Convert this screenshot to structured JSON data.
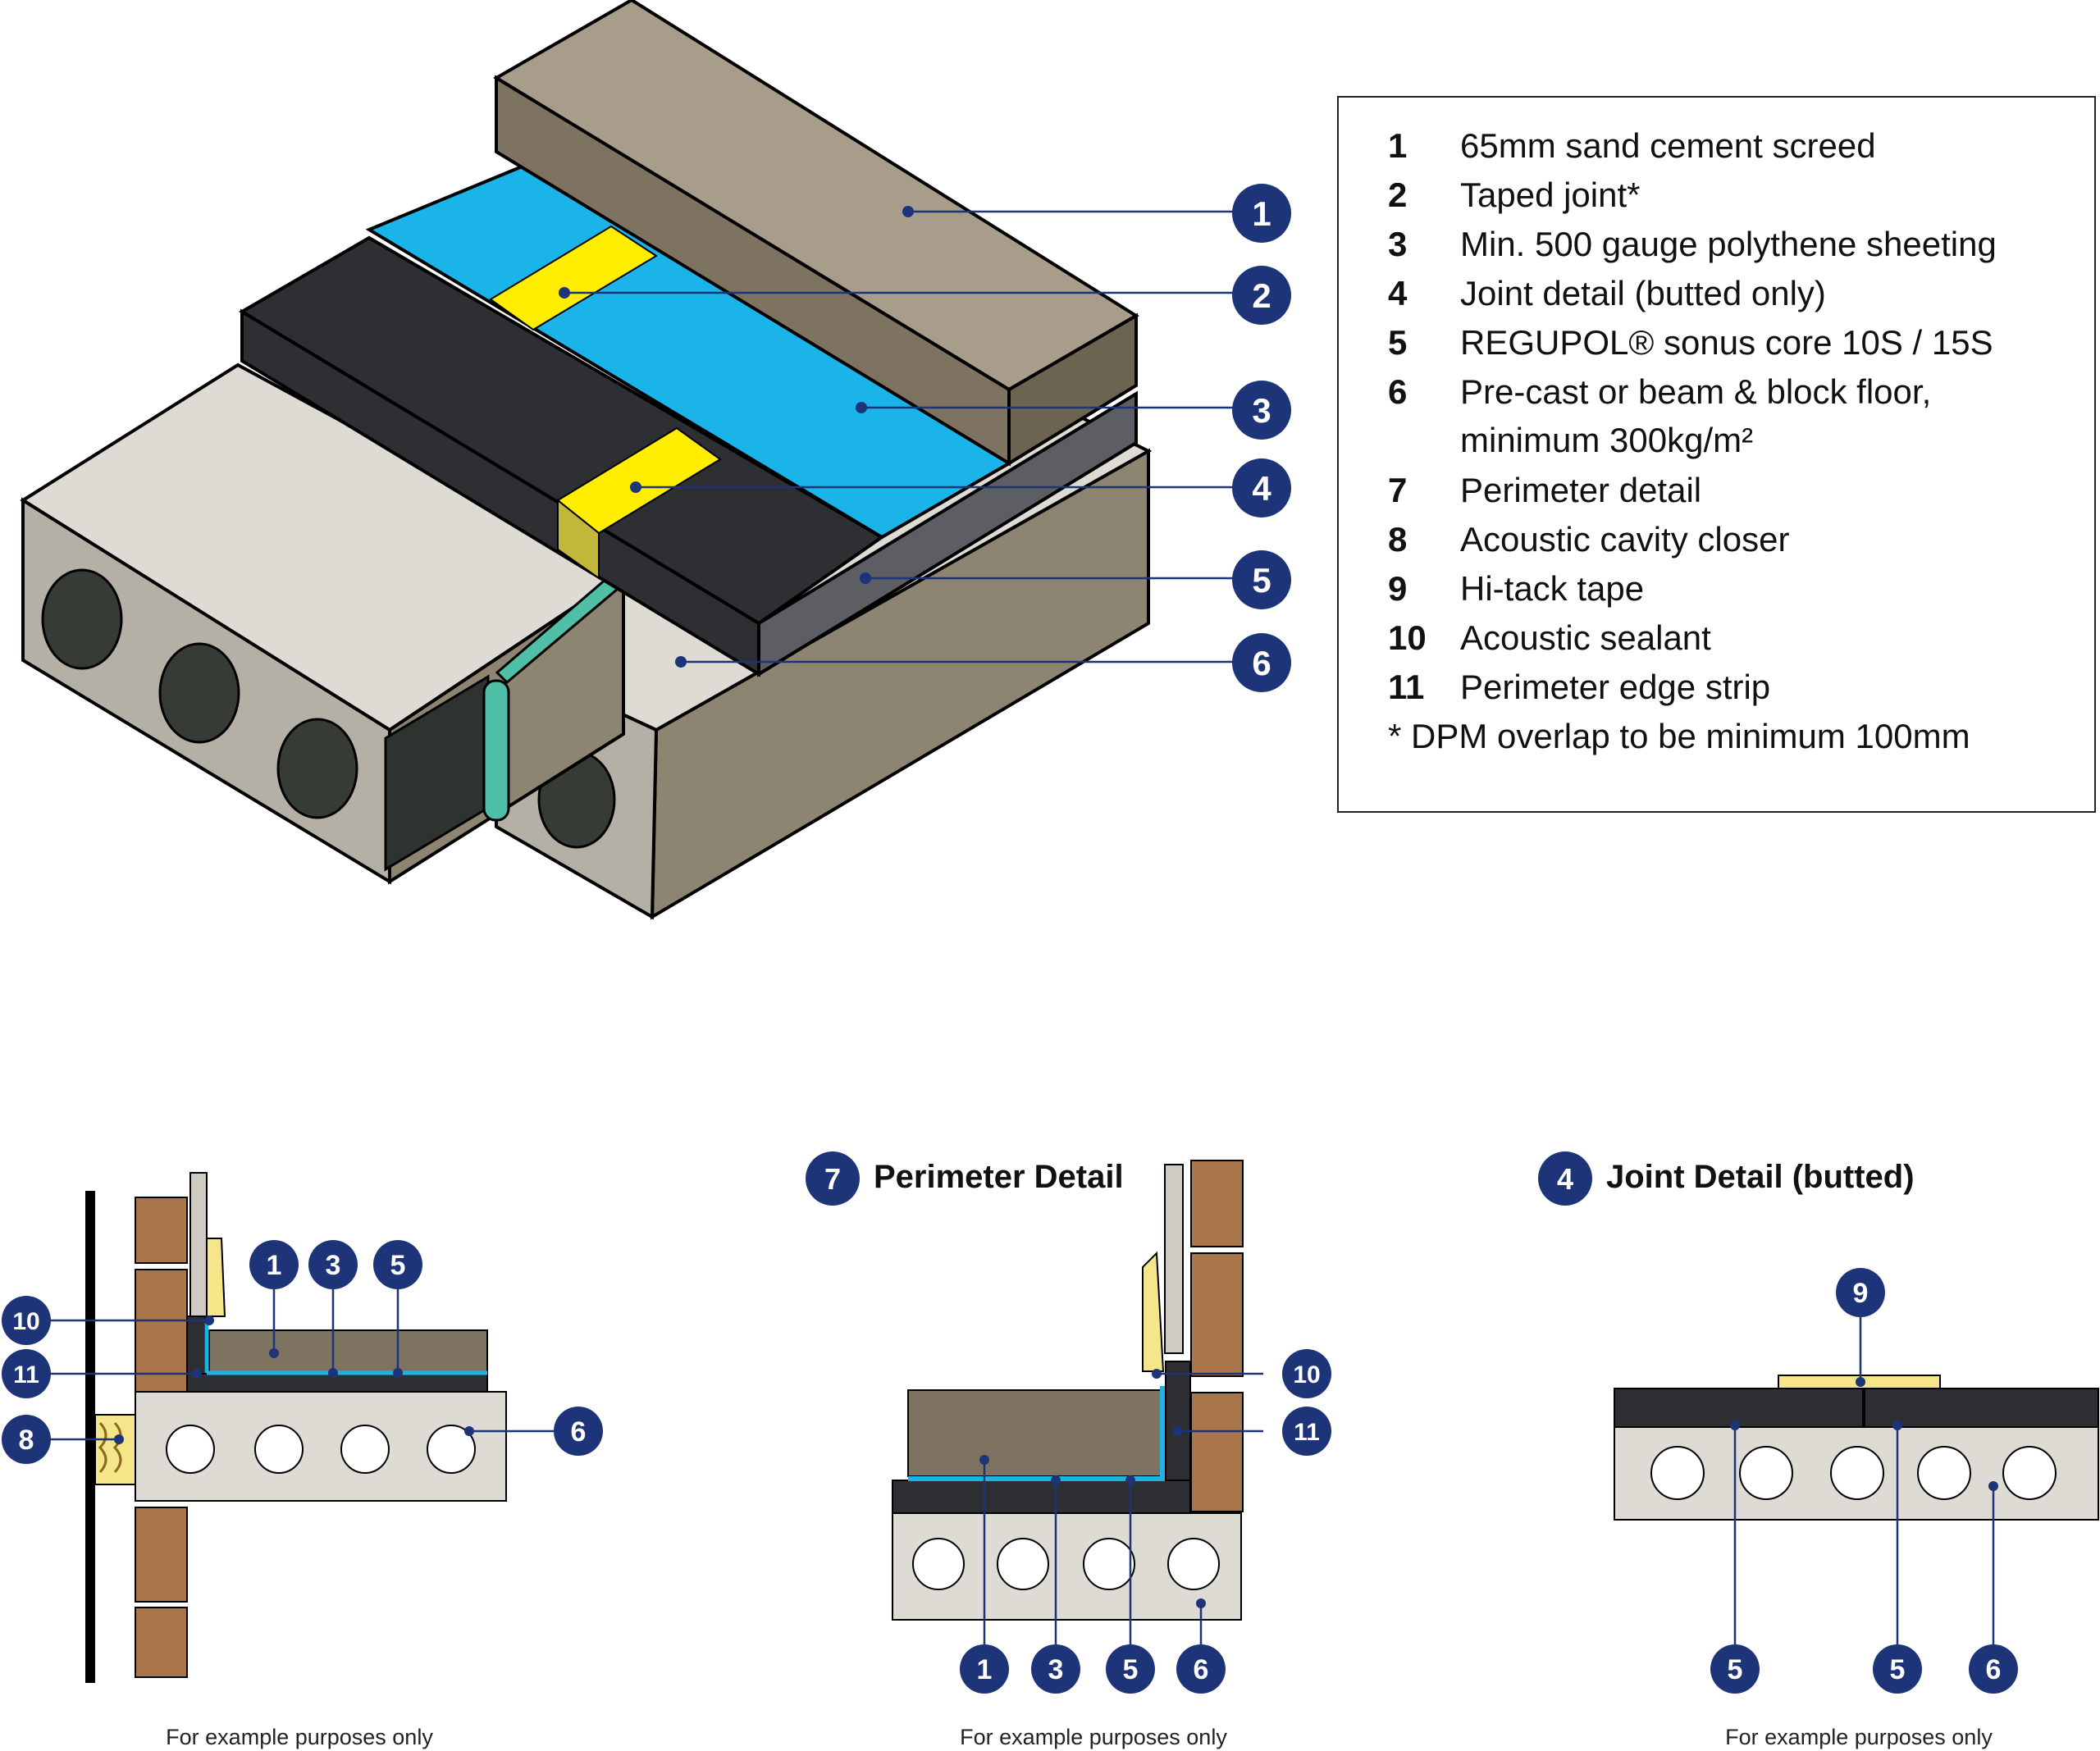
{
  "legend": {
    "items": [
      {
        "num": "1",
        "text": "65mm sand cement screed"
      },
      {
        "num": "2",
        "text": "Taped joint*"
      },
      {
        "num": "3",
        "text": "Min. 500 gauge polythene sheeting"
      },
      {
        "num": "4",
        "text": "Joint detail (butted only)"
      },
      {
        "num": "5",
        "text": "REGUPOL® sonus core 10S / 15S"
      },
      {
        "num": "6",
        "text": "Pre-cast or beam & block floor,"
      },
      {
        "num": "",
        "text": "minimum 300kg/m²"
      },
      {
        "num": "7",
        "text": "Perimeter detail"
      },
      {
        "num": "8",
        "text": "Acoustic cavity closer"
      },
      {
        "num": "9",
        "text": "Hi-tack tape"
      },
      {
        "num": "10",
        "text": "Acoustic sealant"
      },
      {
        "num": "11",
        "text": "Perimeter edge strip"
      }
    ],
    "note": "* DPM overlap to be minimum 100mm"
  },
  "callouts_3d": [
    "1",
    "2",
    "3",
    "4",
    "5",
    "6"
  ],
  "perimeter_left": {
    "callouts": [
      "1",
      "3",
      "5",
      "10",
      "11",
      "8",
      "6"
    ],
    "caption": "For example purposes only"
  },
  "perimeter_detail": {
    "badge": "7",
    "title": "Perimeter Detail",
    "callouts": [
      "10",
      "11",
      "1",
      "3",
      "5",
      "6"
    ],
    "caption": "For example purposes only"
  },
  "joint_detail": {
    "badge": "4",
    "title": "Joint Detail (butted)",
    "callouts": [
      "9",
      "5",
      "5",
      "6"
    ],
    "caption": "For example purposes only"
  },
  "colors": {
    "badge": "#1d3478",
    "screed": "#a89c8a",
    "polythene": "#1ab4e8",
    "tape": "#ffee00",
    "regupol": "#2e2f33",
    "concrete": "#cfcbc2",
    "brick": "#a8764a",
    "sealant": "#4fbfa8",
    "insulation": "#f6e68a"
  }
}
